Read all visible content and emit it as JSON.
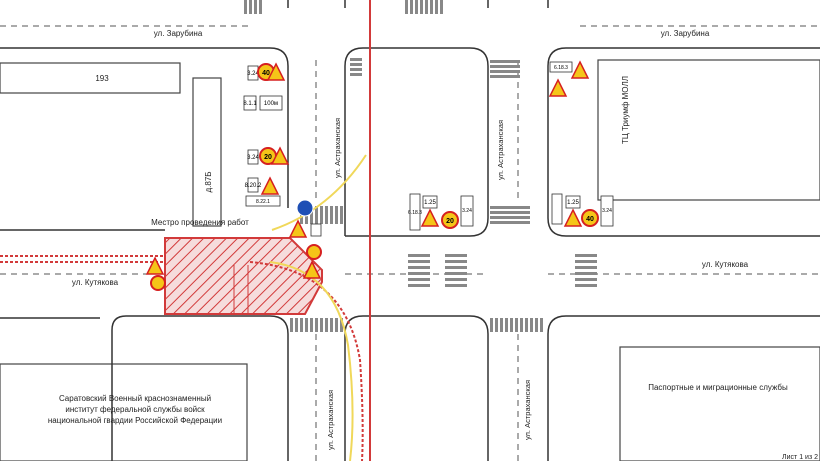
{
  "streets": {
    "zarubina_left": "ул. Зарубина",
    "zarubina_right": "ул. Зарубина",
    "kutyakova_left": "ул. Кутякова",
    "kutyakova_right": "ул. Кутякова",
    "astrakhanskaya_top_left": "ул. Астраханская",
    "astrakhanskaya_top_right": "ул. Астраханская",
    "astrakhanskaya_bottom_left": "ул. Астраханская",
    "astrakhanskaya_bottom_right": "ул. Астраханская"
  },
  "buildings": {
    "b193": "193",
    "b87b": "д.87Б",
    "triumph_mall": "ТЦ Триумф МОЛЛ",
    "institute_line1": "Саратовский Военный краснознаменный",
    "institute_line2": "институт федеральной службы войск",
    "institute_line3": "национальной гвардии Российской Федерации",
    "passport_service": "Паспортные и миграционные службы"
  },
  "work_zone_label": "Местро проведения работ",
  "sheet_label": "Лист 1 из 2",
  "signs": {
    "speed_40": "40",
    "speed_20": "20",
    "plate_325": "3.24",
    "plate_125": "1.25",
    "plate_618": "6.18.3",
    "plate_100m": "100м",
    "plate_811": "8.1.1",
    "plate_8221": "8.22.1",
    "plate_8202": "8.20.2"
  },
  "colors": {
    "work_zone": "#d23a3a",
    "bypass_route": "#f0d85a",
    "sign_yellow": "#f5c518",
    "sign_red": "#d62020",
    "sign_blue": "#1e4fb5"
  }
}
